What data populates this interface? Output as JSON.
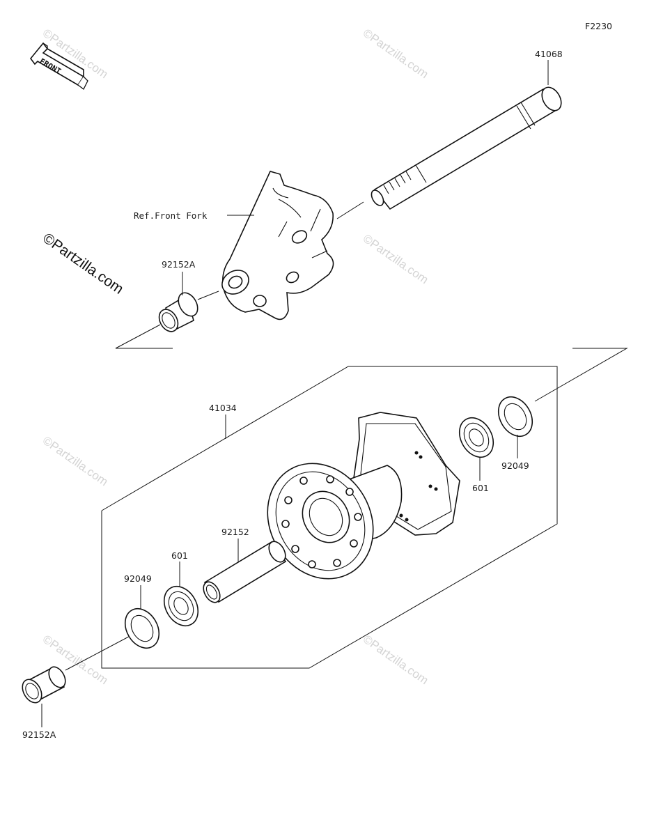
{
  "diagram": {
    "code": "F2230",
    "front_label": "FRONT",
    "ref_label": "Ref.Front Fork",
    "watermark": "©Partzilla.com",
    "parts": {
      "axle": "41068",
      "collar_top": "92152A",
      "hub": "41034",
      "seal_right": "92049",
      "bearing_right": "601",
      "spacer": "92152",
      "bearing_left": "601",
      "seal_left": "92049",
      "collar_bottom": "92152A"
    }
  }
}
